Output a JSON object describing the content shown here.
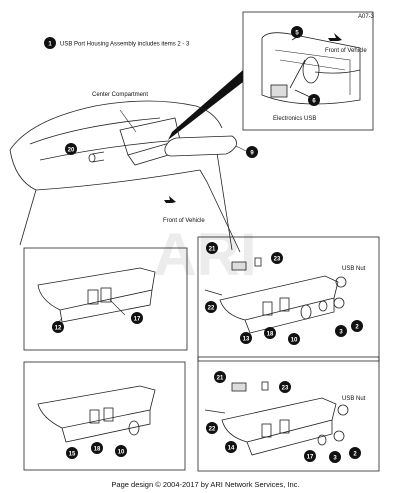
{
  "note": {
    "number": "1",
    "text": "USB Port Housing Assembly includes items 2 - 3"
  },
  "labels": {
    "center_compartment": "Center Compartment",
    "front_of_vehicle_top": "Front of Vehicle",
    "front_of_vehicle_main": "Front of Vehicle",
    "electronics_usb": "Electronics USB",
    "usb_nut_1": "USB Nut",
    "usb_nut_2": "USB Nut",
    "detail_code": "A07-3"
  },
  "callouts": [
    "2",
    "3",
    "5",
    "6",
    "9",
    "10",
    "12",
    "13",
    "14",
    "15",
    "17",
    "18",
    "20",
    "21",
    "22",
    "23"
  ],
  "footer": "Page design © 2004-2017 by ARI Network Services, Inc.",
  "watermark": "ARI",
  "colors": {
    "callout_fill": "#111111",
    "line": "#222222",
    "watermark": "#e6e6e6"
  }
}
